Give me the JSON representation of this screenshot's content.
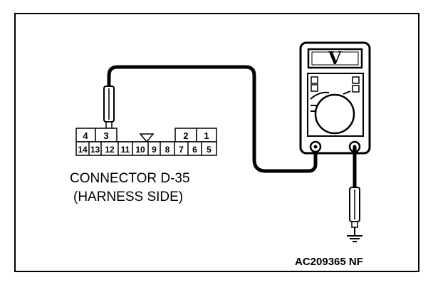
{
  "connector": {
    "top_pins": [
      "4",
      "3",
      "2",
      "1"
    ],
    "bottom_pins": [
      "14",
      "13",
      "12",
      "11",
      "10",
      "9",
      "8",
      "7",
      "6",
      "5"
    ],
    "label_line1": "CONNECTOR D-35",
    "label_line2": "(HARNESS SIDE)"
  },
  "meter": {
    "display": "V"
  },
  "figure_code": "AC209365 NF",
  "colors": {
    "line": "#000000",
    "background": "#ffffff"
  }
}
